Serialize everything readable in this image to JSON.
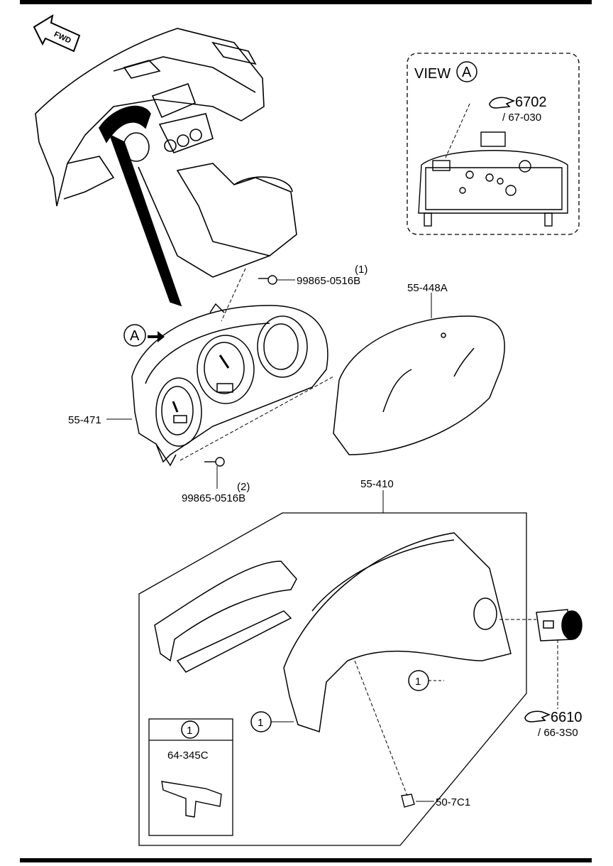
{
  "labels": {
    "fwd": "FWD",
    "view": "VIEW",
    "view_ref": "A",
    "callout_a": "A",
    "ref_6702": "6702",
    "ref_67030": "/ 67-030",
    "bolt_upper": "99865-0516B",
    "bolt_upper_qty": "(1)",
    "lens": "55-448A",
    "cluster": "55-471",
    "bolt_lower": "99865-0516B",
    "bolt_lower_qty": "(2)",
    "hood": "55-410",
    "clip_callout_right": "1",
    "clip_callout_left": "1",
    "inset_callout": "1",
    "clip_part": "64-345C",
    "ref_6610": "6610",
    "ref_663s0": "/ 66-3S0",
    "fastener": "50-7C1"
  },
  "icons": {
    "reference": "hand-pointer-icon",
    "direction": "forward-arrow-icon"
  }
}
